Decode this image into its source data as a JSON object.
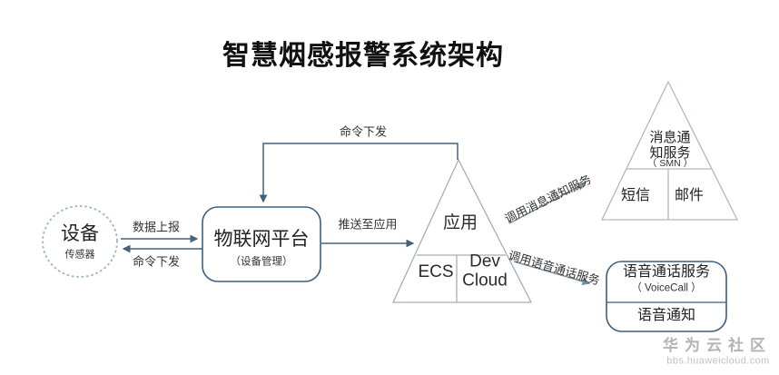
{
  "title": "智慧烟感报警系统架构",
  "nodes": {
    "device": {
      "label": "设备",
      "sublabel": "传感器"
    },
    "iot_platform": {
      "label": "物联网平台",
      "sublabel": "（设备管理）"
    },
    "application": {
      "label": "应用",
      "left_cell": "ECS",
      "right_cell_line1": "Dev",
      "right_cell_line2": "Cloud"
    },
    "smn": {
      "title_line1": "消息通",
      "title_line2": "知服务",
      "sublabel": "（ SMN ）",
      "left_cell": "短信",
      "right_cell": "邮件"
    },
    "voicecall": {
      "label": "语音通话服务",
      "sublabel": "（ VoiceCall ）",
      "bottom_cell": "语音通知"
    }
  },
  "edges": {
    "data_report": "数据上报",
    "command_down_to_device": "命令下发",
    "push_to_app": "推送至应用",
    "command_down_from_app": "命令下发",
    "call_smn": "调用消息通知服务",
    "call_voice": "调用语音通话服务"
  },
  "watermark": {
    "brand": "华为云社区",
    "url": "bbs.huaweicloud.com"
  },
  "colors": {
    "arrow_dark": "#45617b",
    "arrow_gray": "#7b91a3",
    "triangle_stroke": "#a6aeb5",
    "box_stroke": "#3d5f7e",
    "device_circle_stroke": "#9db7cb",
    "text": "#2b2b2b",
    "watermark": "#b3b3b3"
  }
}
